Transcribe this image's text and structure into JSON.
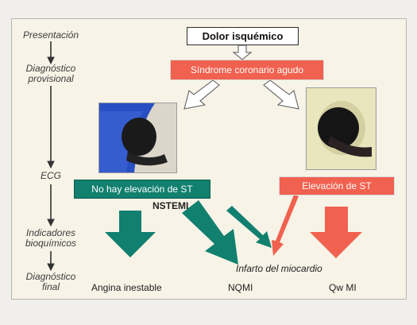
{
  "stages": {
    "presentacion": "Presentación",
    "diag_prov_1": "Diagnóstico",
    "diag_prov_2": "provisional",
    "ecg": "ECG",
    "indic_1": "Indicadores",
    "indic_2": "bioquímicos",
    "diag_final_1": "Diagnóstico",
    "diag_final_2": "final"
  },
  "nodes": {
    "dolor": "Dolor isquémico",
    "sindrome": "Síndrome coronario agudo",
    "no_elev": "No hay elevación de ST",
    "elev": "Elevación de ST",
    "nstemi": "NSTEMI",
    "infarto": "Infarto del miocardio",
    "angina": "Angina inestable",
    "nqmi": "NQMI",
    "qwmi": "Qw MI"
  },
  "colors": {
    "red": "#f1614f",
    "green": "#11806f",
    "frame_bg": "#f7f3e7"
  }
}
